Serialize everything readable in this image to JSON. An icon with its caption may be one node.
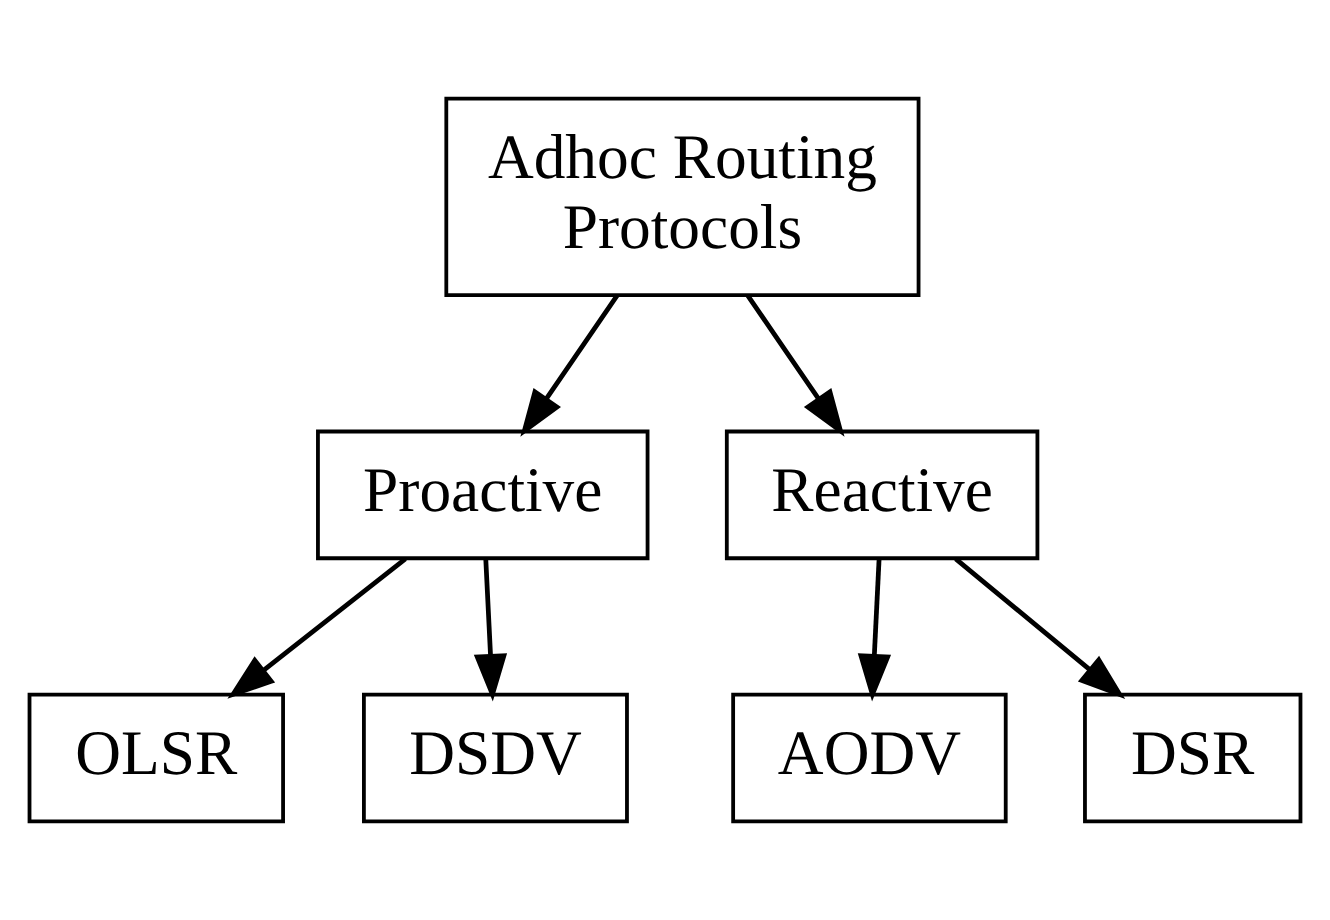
{
  "diagram": {
    "nodes": [
      {
        "text": [
          "Adhoc Routing Protocols"
        ]
      },
      {
        "text": [
          "Proactive"
        ]
      },
      {
        "text": [
          "Reactive"
        ]
      },
      {
        "text": [
          "OLSR"
        ]
      },
      {
        "text": [
          "DSDV"
        ]
      },
      {
        "text": [
          "AODV"
        ]
      },
      {
        "text": [
          "DSR"
        ]
      }
    ],
    "edges": [
      {
        "from": 0,
        "to": 1,
        "arrow": "to"
      },
      {
        "from": 0,
        "to": 2,
        "arrow": "to"
      },
      {
        "from": 1,
        "to": 3,
        "arrow": "to"
      },
      {
        "from": 1,
        "to": 4,
        "arrow": "to"
      },
      {
        "from": 2,
        "to": 5,
        "arrow": "to"
      },
      {
        "from": 2,
        "to": 6,
        "arrow": "to"
      }
    ]
  }
}
